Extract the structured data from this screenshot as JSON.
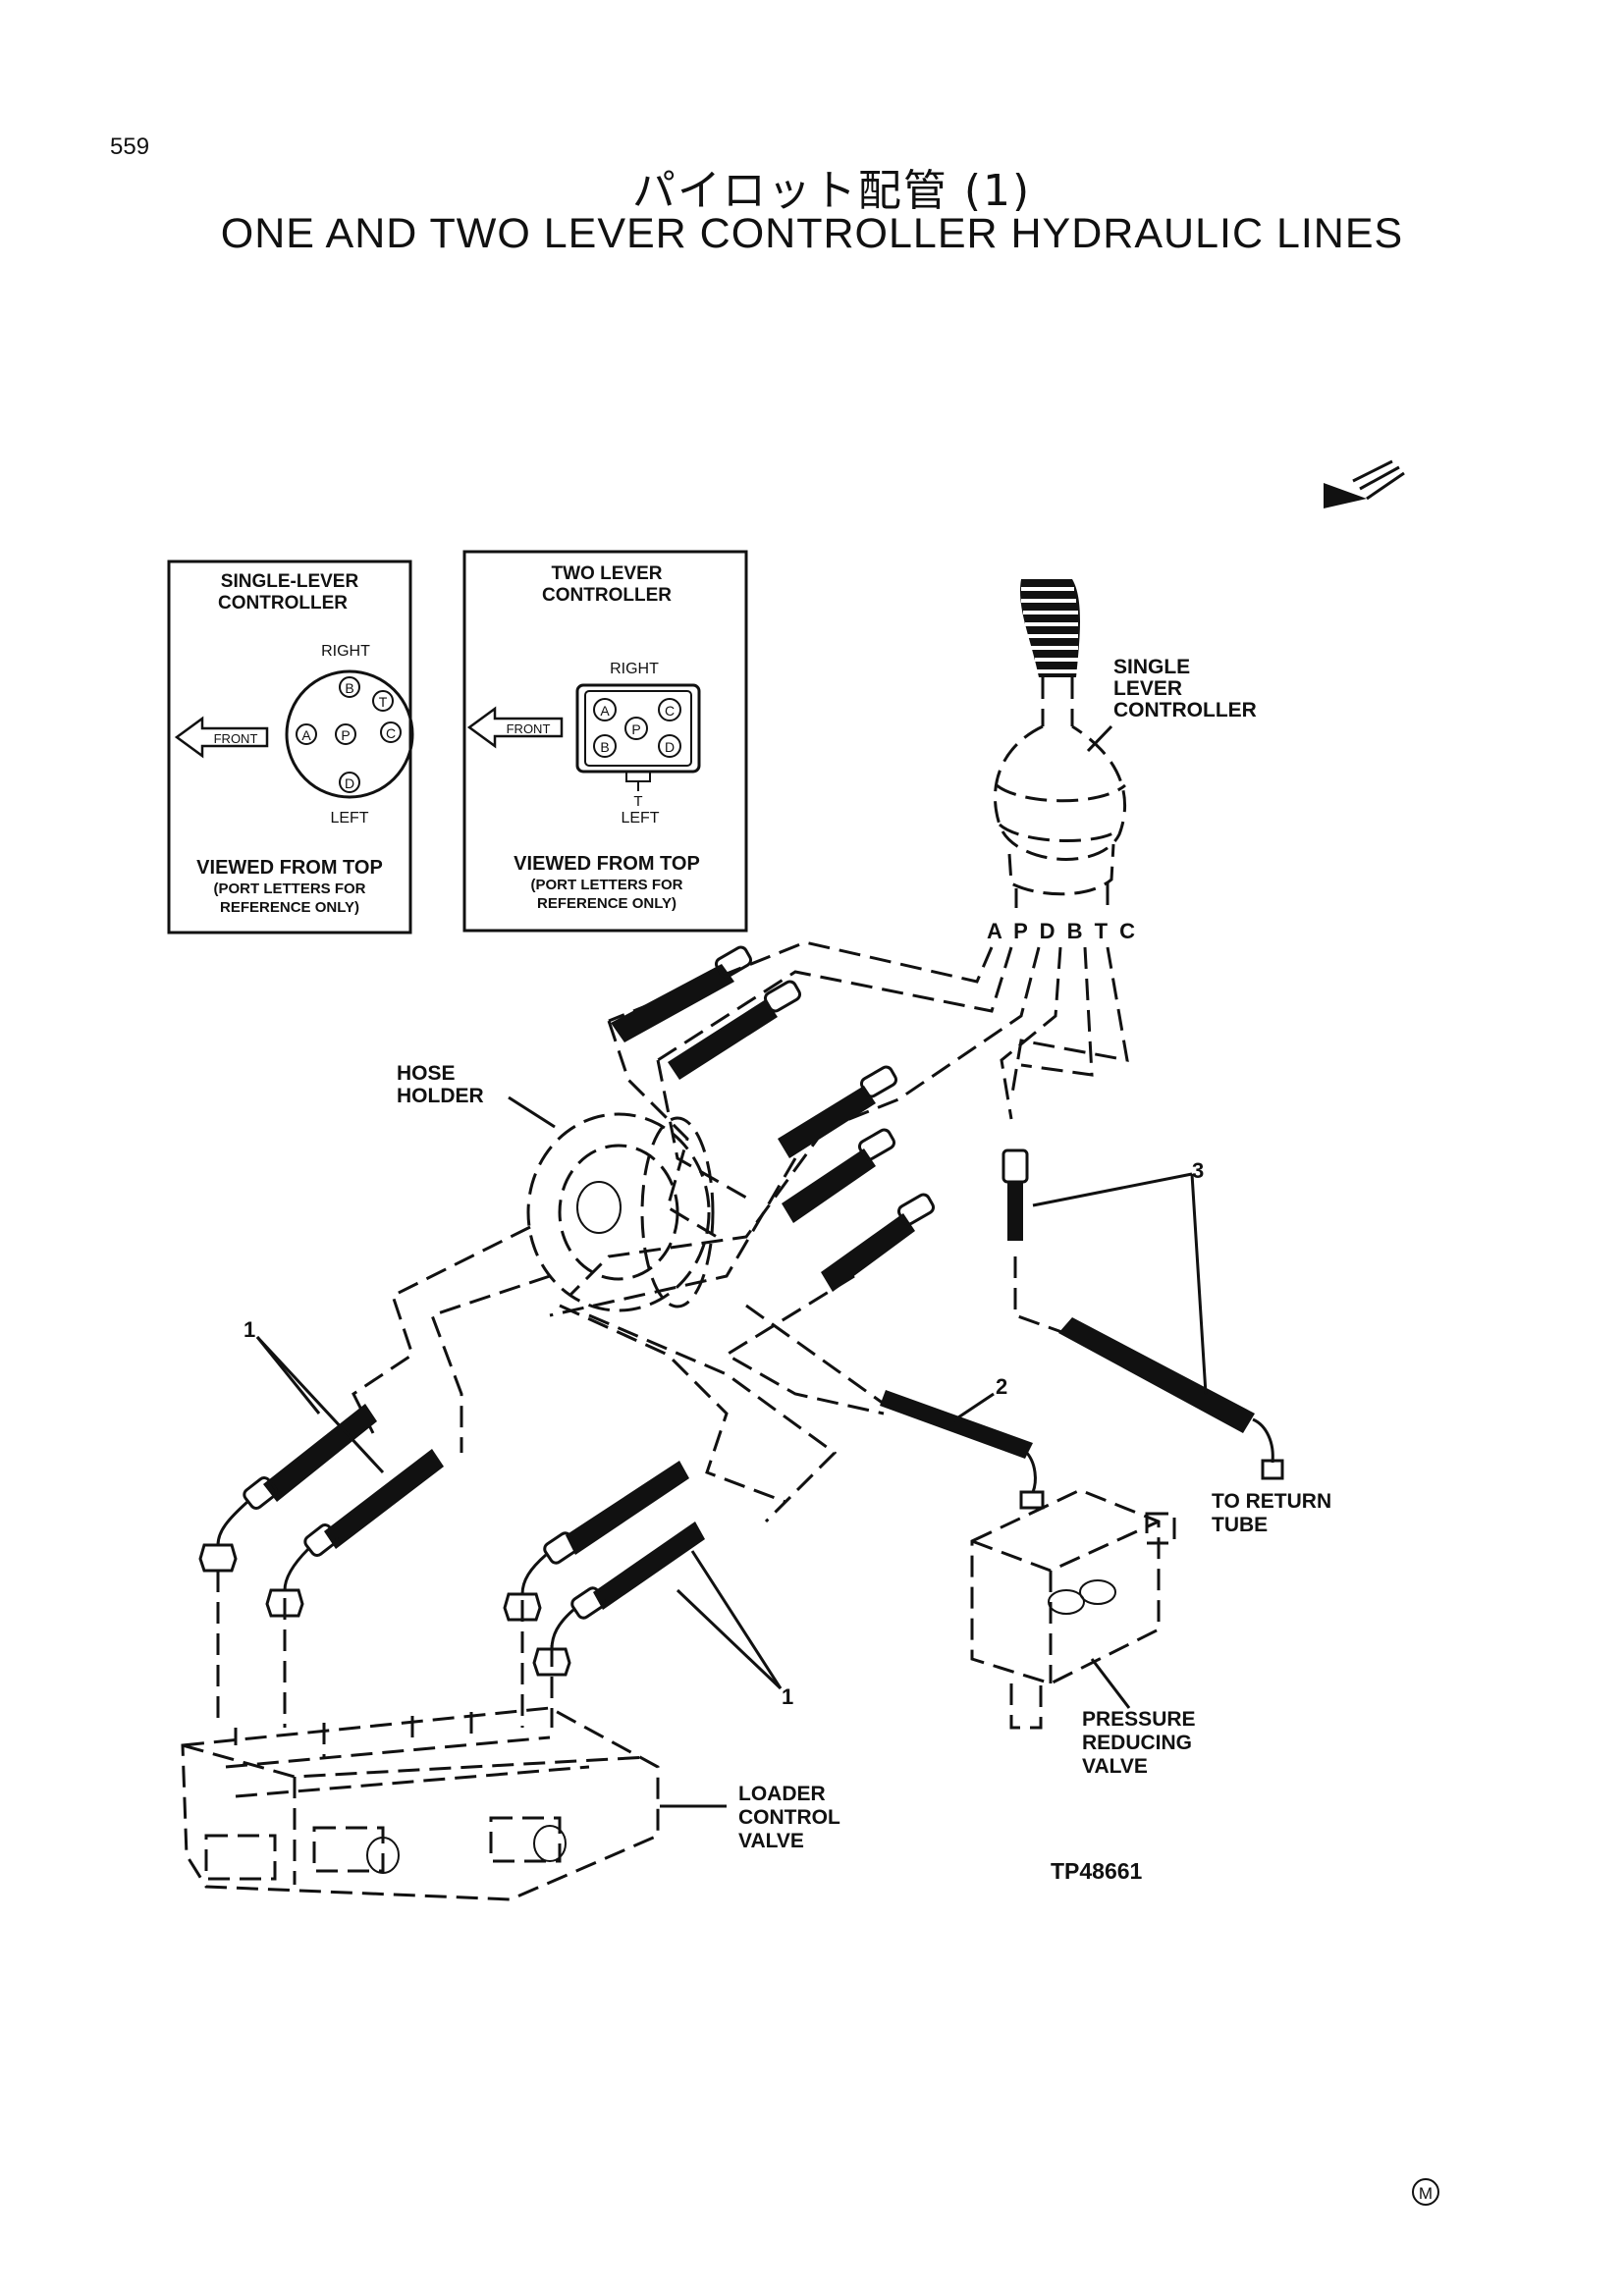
{
  "page": {
    "number": "559",
    "title_jp": "パイロット配管 (1)",
    "title_en": "ONE AND TWO LEVER CONTROLLER HYDRAULIC LINES"
  },
  "inset_single": {
    "title_line1": "SINGLE-LEVER",
    "title_line2": "CONTROLLER",
    "right": "RIGHT",
    "left": "LEFT",
    "front": "FRONT",
    "ports": [
      "A",
      "P",
      "C",
      "B",
      "T",
      "D"
    ],
    "view_line1": "VIEWED FROM TOP",
    "view_line2": "(PORT LETTERS FOR",
    "view_line3": "REFERENCE ONLY)"
  },
  "inset_two": {
    "title_line1": "TWO LEVER",
    "title_line2": "CONTROLLER",
    "right": "RIGHT",
    "left": "LEFT",
    "front": "FRONT",
    "t_port": "T",
    "ports": [
      "A",
      "P",
      "C",
      "B",
      "D"
    ],
    "view_line1": "VIEWED FROM TOP",
    "view_line2": "(PORT LETTERS FOR",
    "view_line3": "REFERENCE ONLY)"
  },
  "labels": {
    "single_lever_line1": "SINGLE",
    "single_lever_line2": "LEVER",
    "single_lever_line3": "CONTROLLER",
    "port_letters": "A P D B T C",
    "hose_holder_line1": "HOSE",
    "hose_holder_line2": "HOLDER",
    "callout_1": "1",
    "callout_2": "2",
    "callout_3": "3",
    "return_line1": "TO RETURN",
    "return_line2": "TUBE",
    "prv_line1": "PRESSURE",
    "prv_line2": "REDUCING",
    "prv_line3": "VALVE",
    "lcv_line1": "LOADER",
    "lcv_line2": "CONTROL",
    "lcv_line3": "VALVE",
    "figure_id": "TP48661",
    "mark": "M"
  }
}
